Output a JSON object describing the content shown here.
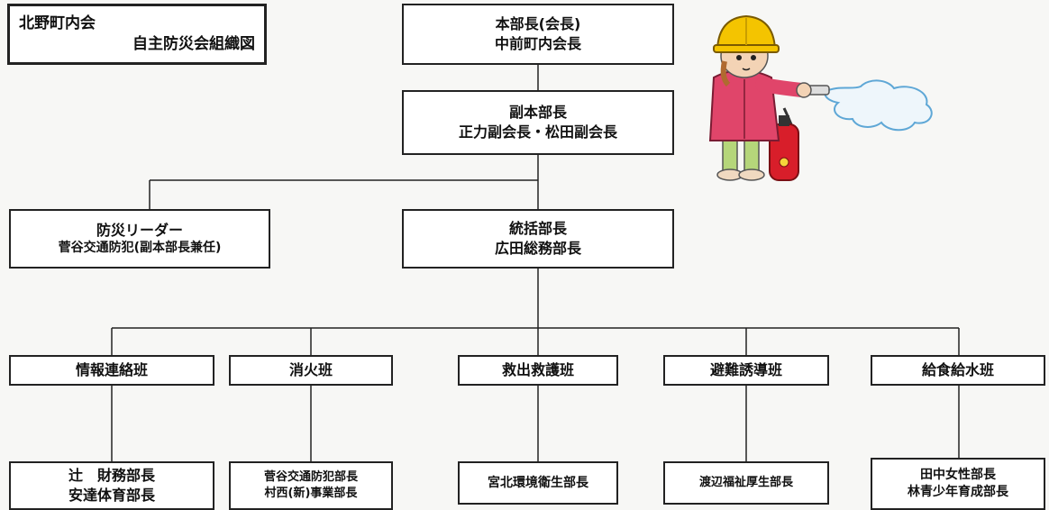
{
  "title": {
    "line1": "北野町内会",
    "line2": "自主防災会組織図"
  },
  "head": {
    "role": "本部長(会長)",
    "name": "中前町内会長"
  },
  "vice": {
    "role": "副本部長",
    "name": "正力副会長・松田副会長"
  },
  "leader": {
    "role": "防災リーダー",
    "name": "菅谷交通防犯(副本部長兼任)"
  },
  "general": {
    "role": "統括部長",
    "name": "広田総務部長"
  },
  "teams": [
    {
      "label": "情報連絡班",
      "members": [
        "辻　財務部長",
        "安達体育部長"
      ]
    },
    {
      "label": "消火班",
      "members": [
        "菅谷交通防犯部長",
        "村西(新)事業部長"
      ]
    },
    {
      "label": "救出救護班",
      "members": [
        "宮北環境衛生部長"
      ]
    },
    {
      "label": "避難誘導班",
      "members": [
        "渡辺福祉厚生部長"
      ]
    },
    {
      "label": "給食給水班",
      "members": [
        "田中女性部長",
        "林青少年育成部長"
      ]
    }
  ],
  "illustration": {
    "subject": "girl-with-fire-extinguisher",
    "helmet_color": "#f4c400",
    "jacket_color": "#e0456a",
    "extinguisher_color": "#d81e2a"
  }
}
